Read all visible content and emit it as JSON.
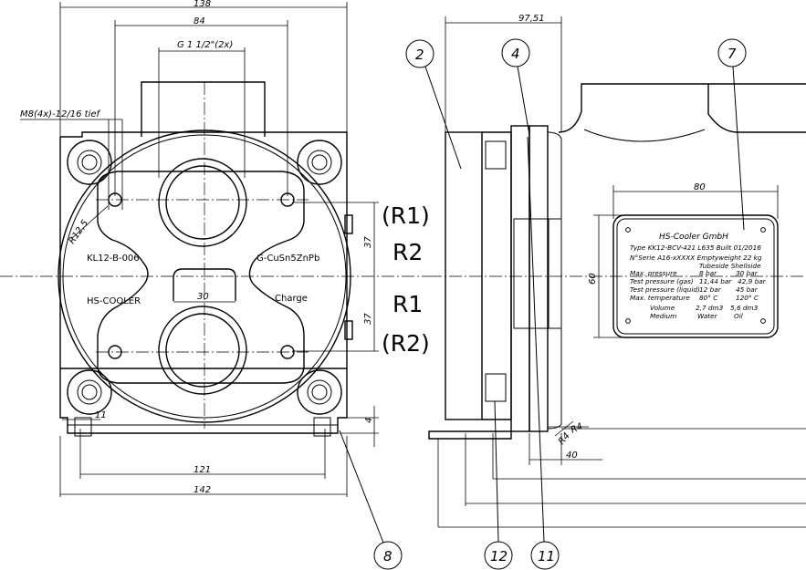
{
  "dimensions": {
    "overall_width": "138",
    "flange_bolt_span": "84",
    "connection_thread": "G 1 1/2\"(2x)",
    "mounting_thread": "M8(4x)-12/16 tief",
    "flange_radius": "R12,5",
    "web_width": "30",
    "spacing_upper": "37",
    "spacing_lower": "37",
    "foot_height": "4",
    "foot_slot": "11",
    "foot_hole_span": "121",
    "foot_width": "142",
    "side_depth": "97,51",
    "plate_width": "80",
    "plate_height": "60",
    "side_offset": "40",
    "radius_a": "R4",
    "radius_b": "R4"
  },
  "flange_labels": {
    "part_number": "KL12-B-006",
    "material": "G-CuSn5ZnPb",
    "brand": "HS-COOLER",
    "port": "Charge"
  },
  "port_labels": {
    "r1_paren": "(R1)",
    "r2": "R2",
    "r1": "R1",
    "r2_paren": "(R2)"
  },
  "nameplate": {
    "manufacturer": "HS-Cooler GmbH",
    "type_line": "Type KK12-BCV-421 L635  Built 01/2016",
    "serial_line": "N°Serie A16-xXXXX    Emptyweight 22 kg",
    "col_header": "Tubeside   Shellside",
    "rows": [
      {
        "label": "Max. pressure",
        "tube": "8 bar",
        "shell": "30 bar"
      },
      {
        "label": "Test pressure (gas)",
        "tube": "11,44 bar",
        "shell": "42,9 bar"
      },
      {
        "label": "Test pressure (liquid)",
        "tube": "12 bar",
        "shell": "45 bar"
      },
      {
        "label": "Max. temperature",
        "tube": "80° C",
        "shell": "120° C"
      },
      {
        "label": "Volume",
        "tube": "2,7 dm3",
        "shell": "5,6 dm3"
      },
      {
        "label": "Medium",
        "tube": "Water",
        "shell": "Oil"
      }
    ]
  },
  "balloons": [
    "2",
    "4",
    "7",
    "8",
    "12",
    "11"
  ]
}
